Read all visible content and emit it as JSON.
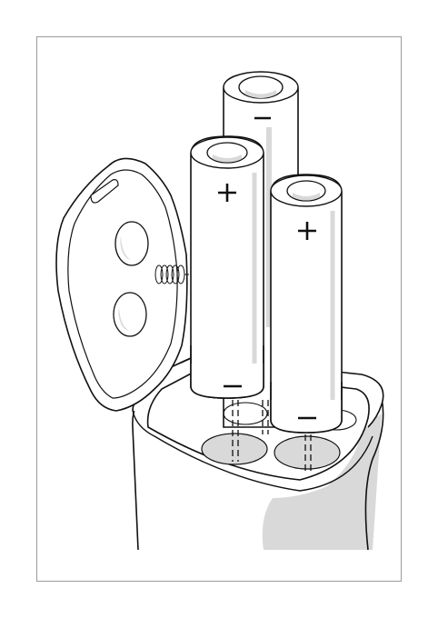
{
  "illustration": {
    "subject": "battery-insertion-into-device-compartment",
    "batteries": [
      {
        "id": "back",
        "visible_terminal_mark": "−"
      },
      {
        "id": "left",
        "top_mark": "+",
        "bottom_mark": "−"
      },
      {
        "id": "right",
        "top_mark": "+",
        "bottom_mark": "−"
      }
    ],
    "colors": {
      "stroke": "#111111",
      "shade": "#d9d9d9",
      "paper": "#ffffff",
      "frame": "#9a9a9a"
    }
  }
}
